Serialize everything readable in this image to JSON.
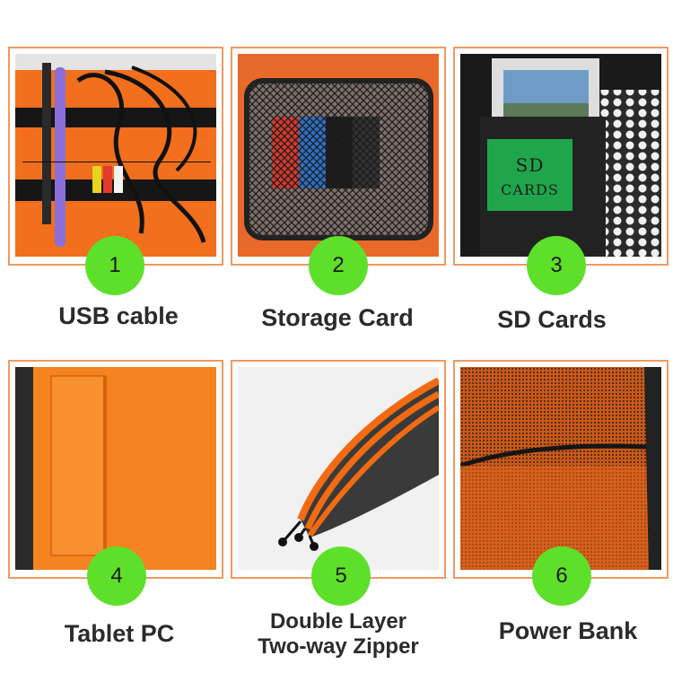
{
  "items": [
    {
      "number": "1",
      "label": "USB cable",
      "icon": "usb-cable-photo"
    },
    {
      "number": "2",
      "label": "Storage Card",
      "icon": "storage-card-photo"
    },
    {
      "number": "3",
      "label": "SD Cards",
      "icon": "sd-cards-photo",
      "tag_line1": "SD",
      "tag_line2": "CARDS"
    },
    {
      "number": "4",
      "label": "Tablet PC",
      "icon": "tablet-pc-photo"
    },
    {
      "number": "5",
      "label_line1": "Double Layer",
      "label_line2": "Two-way Zipper",
      "icon": "zipper-photo"
    },
    {
      "number": "6",
      "label": "Power Bank",
      "icon": "power-bank-photo"
    }
  ],
  "colors": {
    "frame_border": "#ee9a63",
    "badge": "#5ee02a",
    "orange": "#f2741c",
    "text": "#2b2b2b"
  }
}
